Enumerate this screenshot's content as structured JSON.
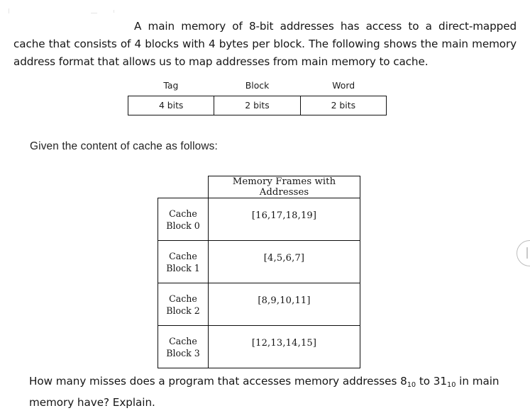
{
  "document": {
    "intro_paragraph": "A main memory of 8-bit addresses has access to a direct-mapped cache that consists of 4 blocks with 4 bytes per block. The following shows the main memory address format that allows us to map addresses from main memory to cache.",
    "given_line": "Given the content of cache as follows:",
    "question": {
      "part1": "How many misses does a program that accesses memory addresses 8",
      "sub1": "10",
      "part2": " to 31",
      "sub2": "10",
      "part3": " in main memory have? Explain."
    }
  },
  "address_format_table": {
    "labels": [
      "Tag",
      "Block",
      "Word"
    ],
    "values": [
      "4 bits",
      "2 bits",
      "2 bits"
    ]
  },
  "cache_table": {
    "corner_label": "",
    "column_header": "Memory Frames with Addresses",
    "rows": [
      {
        "label_line1": "Cache",
        "label_line2": "Block 0",
        "frames": "[16,17,18,19]"
      },
      {
        "label_line1": "Cache",
        "label_line2": "Block 1",
        "frames": "[4,5,6,7]"
      },
      {
        "label_line1": "Cache",
        "label_line2": "Block 2",
        "frames": "[8,9,10,11]"
      },
      {
        "label_line1": "Cache",
        "label_line2": "Block 3",
        "frames": "[12,13,14,15]"
      }
    ]
  },
  "colors": {
    "page_background": "#ffffff",
    "text": "#161616",
    "table_border": "#0d0d0d",
    "edge_widget_outline": "#bdbdbd"
  }
}
